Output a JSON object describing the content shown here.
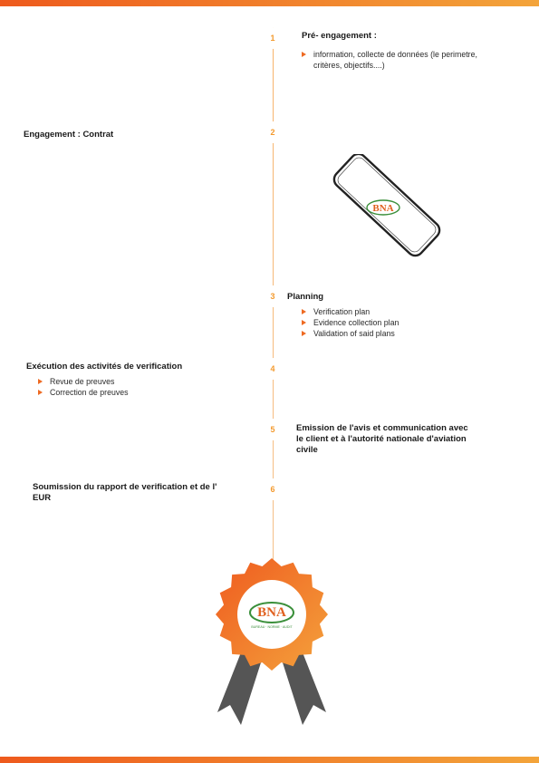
{
  "steps": [
    {
      "number": "1",
      "title": "Pré- engagement :",
      "items": [
        "information, collecte de données (le perimetre, critères, objectifs....)"
      ]
    },
    {
      "number": "2",
      "title": "Engagement : Contrat",
      "items": []
    },
    {
      "number": "3",
      "title": "Planning",
      "items": [
        "Verification plan",
        "Evidence collection plan",
        "Validation of said plans"
      ]
    },
    {
      "number": "4",
      "title": "Exécution des activités de verification",
      "items": [
        "Revue de preuves",
        "Correction de preuves"
      ]
    },
    {
      "number": "5",
      "title": "Emission de l'avis et communication avec le client et à l'autorité nationale d'aviation civile",
      "items": []
    },
    {
      "number": "6",
      "title": "Soumission du rapport de verification et de l' EUR",
      "items": []
    }
  ],
  "logo": {
    "text": "BNA",
    "tagline": "BUREAU · NORME · AUDIT"
  },
  "colors": {
    "accent": "#ee5a1d",
    "accent_light": "#f3a43a",
    "ribbon": "#555555"
  },
  "icons": [
    "bullet-arrow-icon",
    "phone-illustration",
    "award-badge-icon"
  ]
}
